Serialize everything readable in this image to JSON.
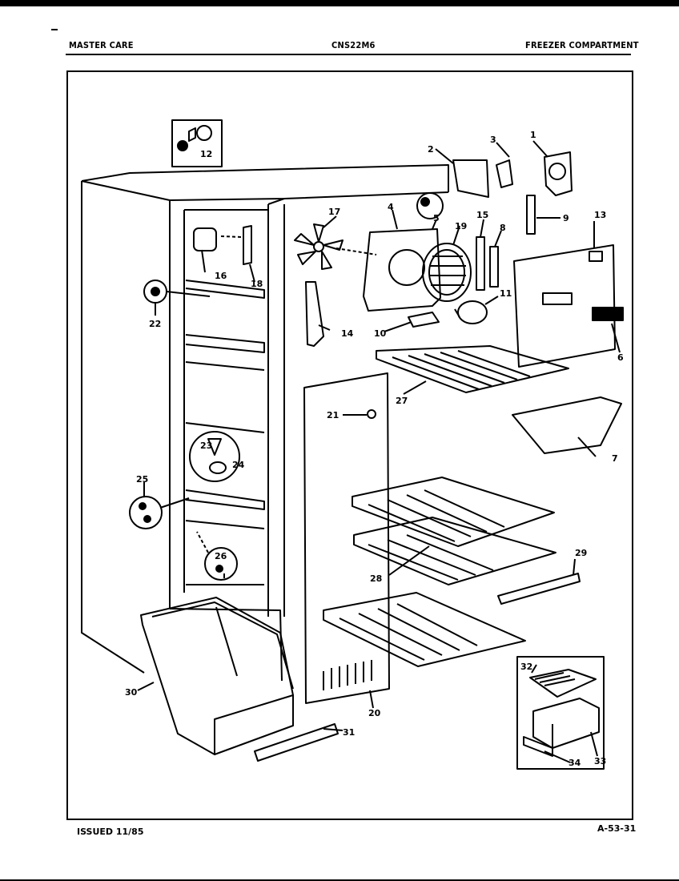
{
  "header": {
    "left": "MASTER CARE",
    "center": "CNS22M6",
    "right": "FREEZER COMPARTMENT"
  },
  "footer": {
    "left": "ISSUED 11/85",
    "right": "A-53-31"
  },
  "callouts": [
    "1",
    "2",
    "3",
    "4",
    "5",
    "6",
    "7",
    "8",
    "9",
    "10",
    "11",
    "12",
    "13",
    "14",
    "15",
    "16",
    "17",
    "18",
    "19",
    "20",
    "21",
    "22",
    "23",
    "24",
    "25",
    "26",
    "27",
    "28",
    "29",
    "30",
    "31",
    "32",
    "33",
    "34"
  ]
}
